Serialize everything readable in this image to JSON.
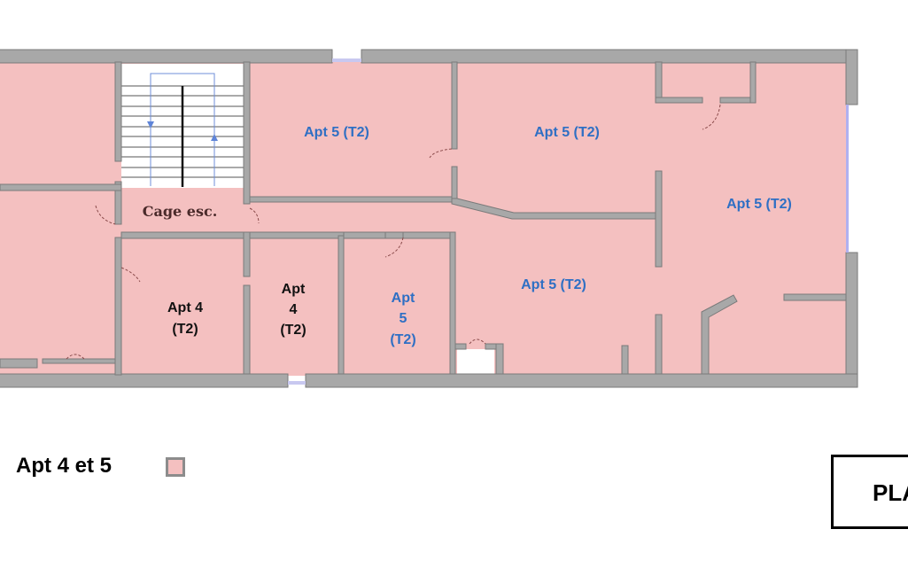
{
  "plan": {
    "stair_label": "Cage esc.",
    "rooms": [
      {
        "id": "apt5-top-left",
        "lines": [
          "Apt 5 (T2)"
        ]
      },
      {
        "id": "apt5-top-middle",
        "lines": [
          "Apt 5 (T2)"
        ]
      },
      {
        "id": "apt5-right",
        "lines": [
          "Apt 5 (T2)"
        ]
      },
      {
        "id": "apt5-bottom-middle",
        "lines": [
          "Apt 5 (T2)"
        ]
      },
      {
        "id": "apt4-a",
        "lines": [
          "Apt 4",
          "(T2)"
        ]
      },
      {
        "id": "apt4-b",
        "lines": [
          "Apt",
          "4",
          "(T2)"
        ]
      },
      {
        "id": "apt5-narrow",
        "lines": [
          "Apt",
          "5",
          "(T2)"
        ]
      }
    ],
    "colors": {
      "apt_fill": "#f4c0c0",
      "wall": "#a8a8a8",
      "apt5_text": "#2e6fc4",
      "apt4_text": "#111111"
    }
  },
  "legend": {
    "label": "Apt 4 et 5"
  },
  "title_box": {
    "text": "PLA"
  }
}
